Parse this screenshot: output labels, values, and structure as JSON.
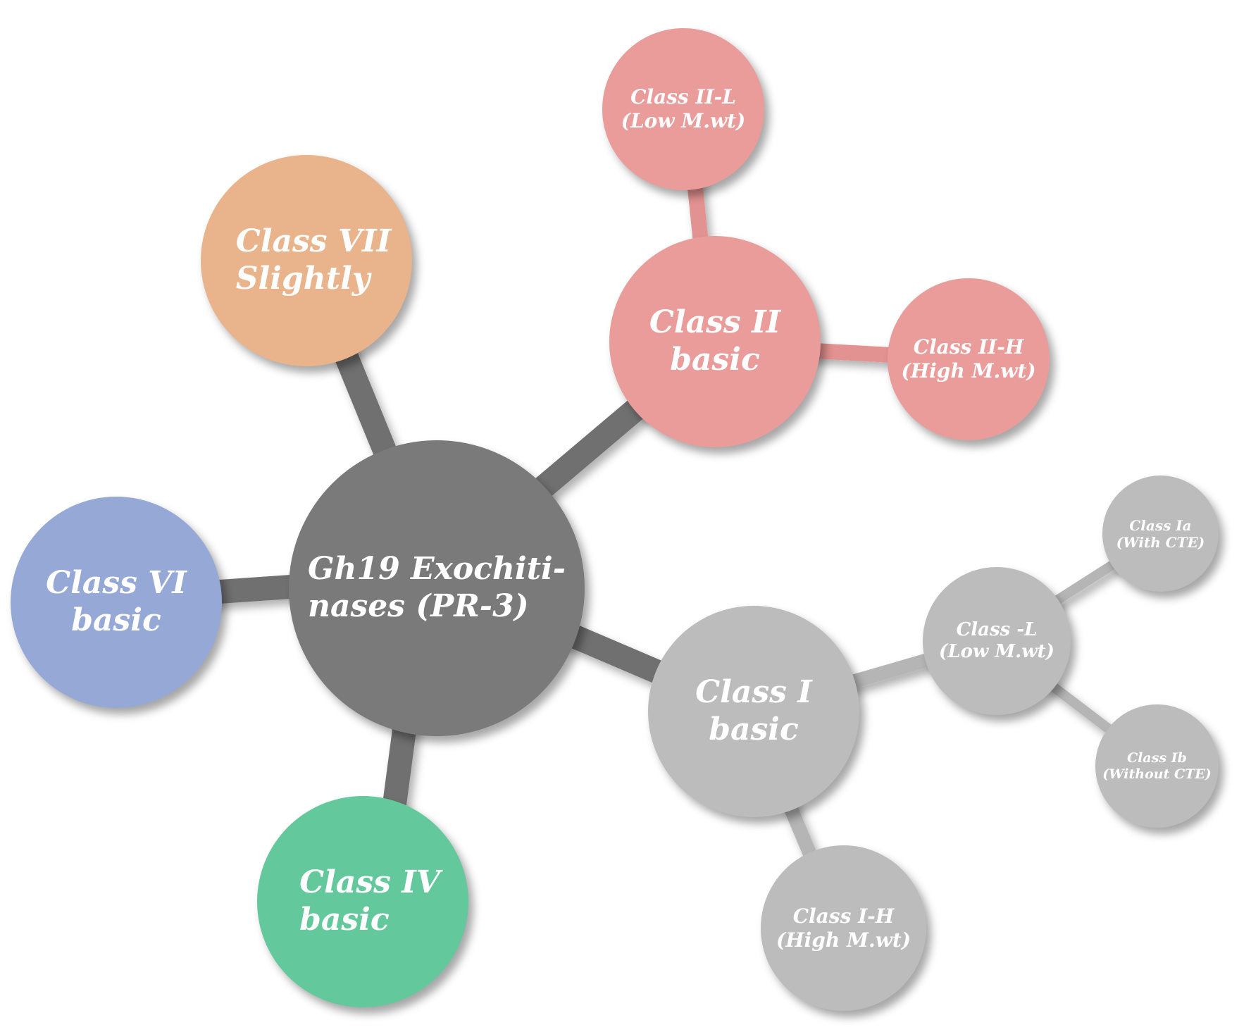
{
  "colors": {
    "root": "#7a7a7a",
    "class_i": "#bcbcbc",
    "class_ii": "#ea9c9a",
    "class_iv": "#64c89d",
    "class_vi": "#95a8d6",
    "class_vii": "#e9b48b",
    "connector_root": "#6f6f6f",
    "connector_class_i": "#b5b5b5",
    "connector_class_ii": "#e29290"
  },
  "nodes": {
    "root": {
      "line1": "Gh19  Exochiti-",
      "line2": "nases (PR-3)"
    },
    "class_vii": {
      "line1": "Class VII",
      "line2": "Slightly"
    },
    "class_vi": {
      "line1": "Class VI",
      "line2": "basic"
    },
    "class_iv": {
      "line1": "Class IV",
      "line2": "basic"
    },
    "class_ii": {
      "line1": "Class II",
      "line2": "basic"
    },
    "class_ii_l": {
      "line1": "Class II-L",
      "line2": "(Low M.wt)"
    },
    "class_ii_h": {
      "line1": "Class II-H",
      "line2": "(High M.wt)"
    },
    "class_i": {
      "line1": "Class I",
      "line2": "basic"
    },
    "class_l": {
      "line1": "Class -L",
      "line2": "(Low M.wt)"
    },
    "class_ia": {
      "line1": "Class Ia",
      "line2": "(With CTE)"
    },
    "class_ib": {
      "line1": "Class Ib",
      "line2": "(Without CTE)"
    },
    "class_i_h": {
      "line1": "Class I-H",
      "line2": "(High M.wt)"
    }
  }
}
